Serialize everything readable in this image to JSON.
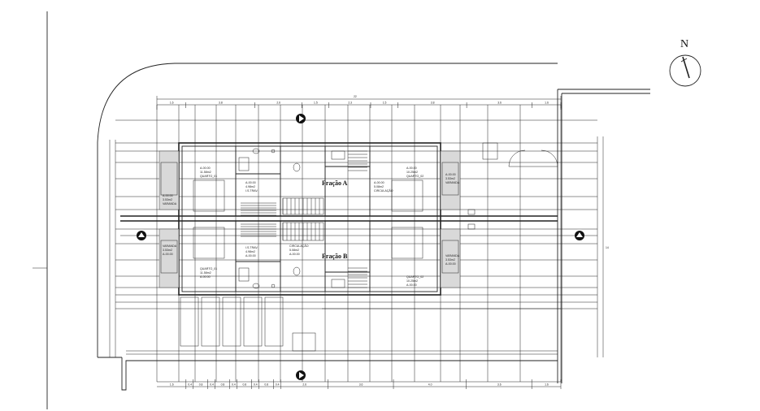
{
  "north_label": "N",
  "units": {
    "fracao_a": "Fração A",
    "fracao_b": "Fração B"
  },
  "rooms": {
    "quarto_01_top": {
      "area": "A-00.00",
      "size": "11.58m2",
      "name": "QUARTO_01"
    },
    "quarto_02_top": {
      "area": "A-00.00",
      "size": "10.25m2",
      "name": "QUARTO_02"
    },
    "wc_top": {
      "area": "A-00.00",
      "size": "4.98m2",
      "name": "I.S.TRAV."
    },
    "circulacao_top": {
      "area": "A-00.00",
      "size": "5.08m2",
      "name": "CIRCULAÇÃO"
    },
    "varanda_left_top": {
      "area": "A-00.00",
      "size": "3.53m2",
      "name": "VARANDA"
    },
    "varanda_right_top": {
      "area": "A-00.00",
      "size": "3.53m2",
      "name": "VARANDA"
    },
    "quarto_01_bot": {
      "name": "QUARTO_01",
      "size": "11.58m2",
      "area": "A-00.00"
    },
    "quarto_02_bot": {
      "name": "QUARTO_02",
      "size": "10.25m2",
      "area": "A-00.00"
    },
    "wc_bot": {
      "name": "I.S.TRAV.",
      "size": "4.98m2",
      "area": "A-00.00"
    },
    "circulacao_bot": {
      "name": "CIRCULAÇÃO",
      "size": "5.08m2",
      "area": "A-00.00"
    },
    "varanda_left_bot": {
      "name": "VARANDA",
      "size": "3.53m2",
      "area": "A-00.00"
    },
    "varanda_right_bot": {
      "name": "VARANDA",
      "size": "3.53m2",
      "area": "A-00.00"
    }
  },
  "dimensions": {
    "total_top": "22",
    "total_side": "14",
    "segments_top": [
      "1.6",
      "3.8",
      "2.6",
      "1.5",
      "2.3",
      "1.5",
      "3.8",
      "3.6",
      "1.6"
    ],
    "segments_bottom": [
      "1.6",
      "0.4",
      "0.8",
      "0.4",
      "0.8",
      "0.4",
      "0.8",
      "0.4",
      "0.8",
      "0.4",
      "2.6",
      "3.6",
      "4.0",
      "3.6",
      "1.6"
    ]
  }
}
